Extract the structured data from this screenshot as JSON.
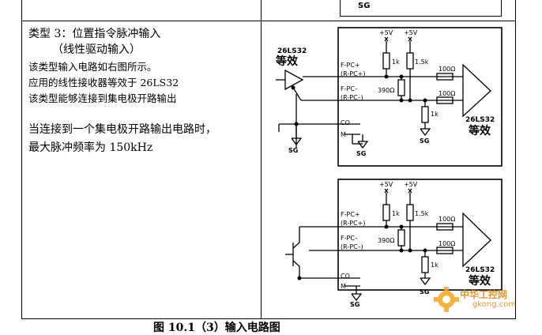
{
  "left_cell": {
    "heading": "类型 3：位置指令脉冲输入",
    "subheading": "（线性驱动输入）",
    "line1": "该类型输入电路如右图所示。",
    "line2": "应用的线性接收器等效于 26LS32",
    "line3": "该类型能够连接到集电极开路输出",
    "note1": "当连接到一个集电极开路输出电路时，",
    "note2": "最大脉冲频率为 150kHz"
  },
  "top_fragment": {
    "sg": "SG"
  },
  "circuit1": {
    "chip": "26LS32",
    "chip_equiv": "等效",
    "v1": "+5V",
    "v2": "+5V",
    "fpc_plus": "F-PC+",
    "rpc_plus": "(R-PC+)",
    "fpc_minus": "F-PC–",
    "rpc_minus": "(R-PC–)",
    "r1k_a": "1k",
    "r15k": "1.5k",
    "r390": "390Ω",
    "r1k_b": "1k",
    "r100_a": "100Ω",
    "r100_b": "100Ω",
    "co": "CO",
    "m": "M",
    "sg_left": "SG",
    "sg_mid": "SG",
    "sg_right": "SG",
    "out_chip": "26LS32",
    "out_equiv": "等效"
  },
  "circuit2": {
    "v1": "+5V",
    "v2": "+5V",
    "fpc_plus": "F-PC+",
    "rpc_plus": "(R-PC+)",
    "fpc_minus": "F-PC–",
    "rpc_minus": "(R-PC–)",
    "r1k_a": "1k",
    "r15k": "1.5k",
    "r390": "390Ω",
    "r1k_b": "1k",
    "r100_a": "100Ω",
    "r100_b": "100Ω",
    "co": "CO",
    "m": "M",
    "sg_left": "SG",
    "sg_right": "SG",
    "out_chip": "26LS32",
    "out_equiv": "等效"
  },
  "watermark": {
    "cn": "中华工控网",
    "url": "gkong.com"
  },
  "caption": "图 10.1（3）输入电路图"
}
